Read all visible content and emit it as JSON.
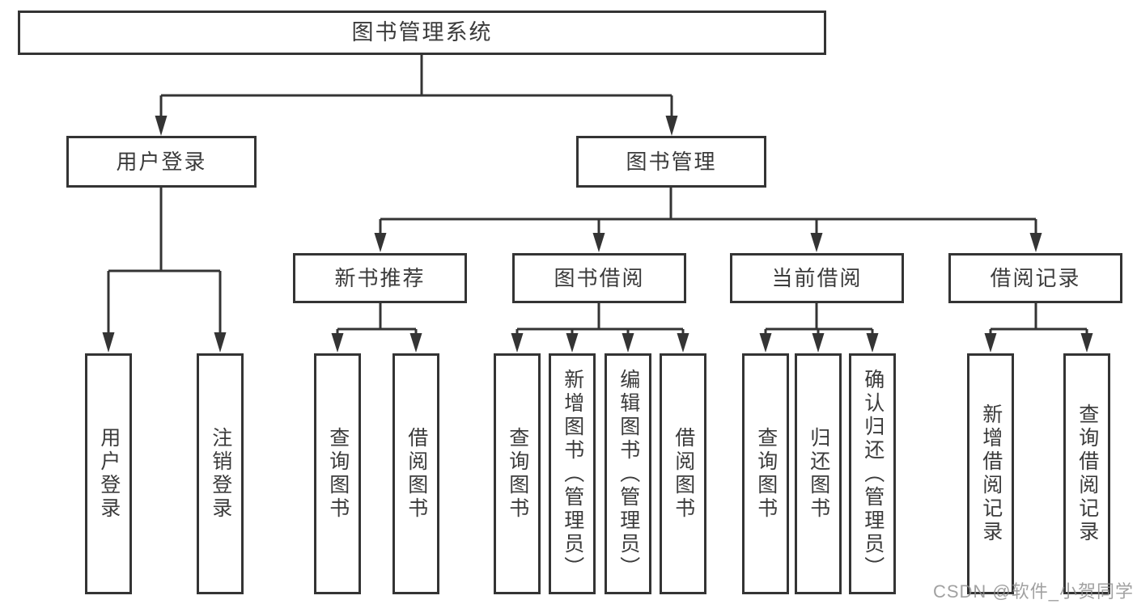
{
  "diagram": {
    "root": {
      "label": "图书管理系统"
    },
    "branches": [
      {
        "label": "用户登录",
        "children": [
          {
            "label": "用户登录"
          },
          {
            "label": "注销登录"
          }
        ]
      },
      {
        "label": "图书管理",
        "children": [
          {
            "label": "新书推荐",
            "children": [
              {
                "label": "查询图书"
              },
              {
                "label": "借阅图书"
              }
            ]
          },
          {
            "label": "图书借阅",
            "children": [
              {
                "label": "查询图书"
              },
              {
                "label": "新增图书（管理员）"
              },
              {
                "label": "编辑图书（管理员）"
              },
              {
                "label": "借阅图书"
              }
            ]
          },
          {
            "label": "当前借阅",
            "children": [
              {
                "label": "查询图书"
              },
              {
                "label": "归还图书"
              },
              {
                "label": "确认归还（管理员）"
              }
            ]
          },
          {
            "label": "借阅记录",
            "children": [
              {
                "label": "新增借阅记录"
              },
              {
                "label": "查询借阅记录"
              }
            ]
          }
        ]
      }
    ]
  },
  "watermark": {
    "text": "CSDN @软件_小贺同学"
  },
  "colors": {
    "line": "#343434",
    "text": "#3b3b3b",
    "background": "#ffffff",
    "watermark": "#8c8c8c"
  }
}
